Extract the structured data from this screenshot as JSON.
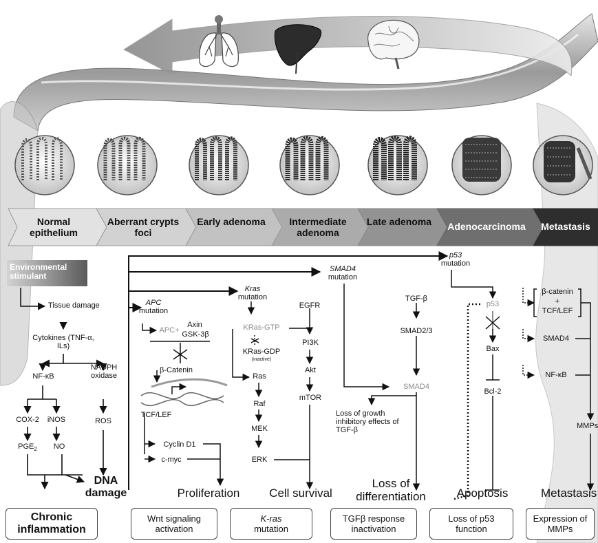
{
  "stages": [
    {
      "key": "normal",
      "label": "Normal epithelium"
    },
    {
      "key": "acf",
      "label": "Aberrant crypts foci"
    },
    {
      "key": "early",
      "label": "Early adenoma"
    },
    {
      "key": "intermediate",
      "label": "Intermediate adenoma"
    },
    {
      "key": "late",
      "label": "Late adenoma"
    },
    {
      "key": "adeno",
      "label": "Adenocarcinoma"
    },
    {
      "key": "meta",
      "label": "Metastasis"
    }
  ],
  "nodes": {
    "env_stimulant": "Environmental stimulant",
    "tissue_damage": "Tissue damage",
    "cytokines": "Cytokines (TNF-α, ILs)",
    "nfkb_left": "NF-κB",
    "nadph": "NADPH oxidase",
    "cox2": "COX-2",
    "inos": "iNOS",
    "ros": "ROS",
    "pge2": "PGE",
    "pge2_sub": "2",
    "no": "NO",
    "dna_damage": "DNA damage",
    "apc_mutation_gene": "APC",
    "apc_mutation_word": "mutation",
    "apc": "APC+",
    "axin": "Axin",
    "gsk": "GSK-3β",
    "b_catenin": "β-Catenin",
    "tcf_lef": "TCF/LEF",
    "cyclin": "Cyclin D1",
    "cmyc": "c-myc",
    "kras_gene": "Kras",
    "kras_word": "mutation",
    "kras_gtp": "KRas-GTP",
    "kras_gdp": "KRas-GDP",
    "inactive": "(inactive)",
    "ras": "Ras",
    "raf": "Raf",
    "mek": "MEK",
    "erk": "ERK",
    "egfr": "EGFR",
    "pi3k": "PI3K",
    "akt": "Akt",
    "mtor": "mTOR",
    "smad4_gene": "SMAD4",
    "smad4_word": "mutation",
    "tgfb": "TGF-β",
    "smad23": "SMAD2/3",
    "smad4_node": "SMAD4",
    "loss_growth": "Loss of growth inhibitory effects of TGF-β",
    "p53_gene": "p53",
    "p53_word": "mutation",
    "p53_node": "p53",
    "bax": "Bax",
    "bcl2": "Bcl-2",
    "bcat_right": "β-catenin",
    "plus": "+",
    "tcf_right": "TCF/LEF",
    "smad4_right": "SMAD4",
    "nfkb_right": "NF-κB",
    "mmps": "MMPs"
  },
  "outcomes": {
    "proliferation": "Proliferation",
    "cell_survival": "Cell survival",
    "loss_diff": "Loss of differentiation",
    "apoptosis": "Apoptosis",
    "metastasis": "Metastasis"
  },
  "boxes": {
    "chronic": "Chronic inflammation",
    "wnt": "Wnt signaling activation",
    "kras_gene": "K-ras",
    "kras_word": "mutation",
    "tgfb": "TGFβ response inactivation",
    "p53": "Loss of p53 function",
    "mmps": "Expression of MMPs"
  },
  "icons": [
    "lungs-icon",
    "liver-icon",
    "brain-icon"
  ]
}
